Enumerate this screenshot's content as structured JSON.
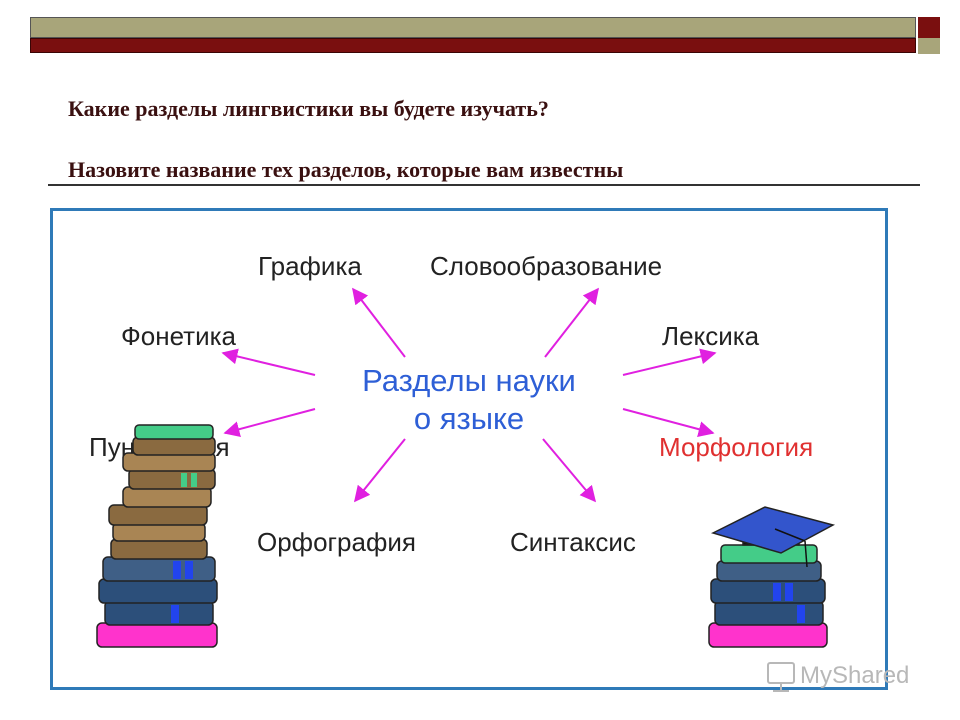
{
  "slide": {
    "question1": "Какие разделы лингвистики вы будете изучать?",
    "question2": "Назовите название тех разделов, которые вам известны"
  },
  "diagram": {
    "center_line1": "Разделы науки",
    "center_line2": "о языке",
    "branches": {
      "grafika": "Графика",
      "slovoobrazovanie": "Словообразование",
      "fonetika": "Фонетика",
      "leksika": "Лексика",
      "punktuatsiya": "Пунктуация",
      "morfologiya": "Морфология",
      "orfografiya": "Орфография",
      "sintaksis": "Синтаксис"
    },
    "colors": {
      "center": "#2e5fd6",
      "arrows": "#e020e0",
      "highlight": "#e03030",
      "border": "#2f7ab8"
    }
  },
  "watermark": {
    "text": "MyShared"
  },
  "theme": {
    "bar_olive": "#a8a57a",
    "bar_maroon": "#7a0f0f",
    "title_color": "#3a1010"
  }
}
